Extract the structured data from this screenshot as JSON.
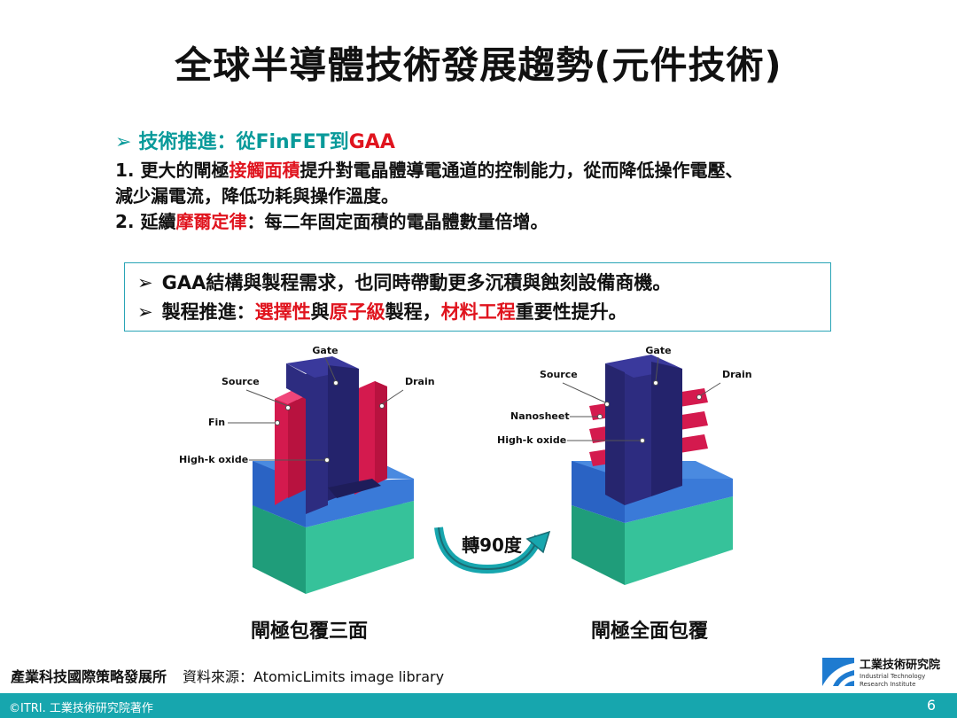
{
  "title": "全球半導體技術發展趨勢(元件技術)",
  "bullets": {
    "heading_prefix": "技術推進：從FinFET到",
    "heading_highlight": "GAA",
    "item1_a": "1. 更大的閘極",
    "item1_highlight": "接觸面積",
    "item1_b": "提升對電晶體導電通道的控制能力，從而降低操作電壓、",
    "item1_c": "減少漏電流，降低功耗與操作溫度。",
    "item2_a": "2. 延續",
    "item2_highlight": "摩爾定律",
    "item2_b": "：每二年固定面積的電晶體數量倍增。"
  },
  "box": {
    "line1": "GAA結構與製程需求，也同時帶動更多沉積與蝕刻設備商機。",
    "line2_a": "製程推進：",
    "line2_h1": "選擇性",
    "line2_b": "與",
    "line2_h2": "原子級",
    "line2_c": "製程，",
    "line2_h3": "材料工程",
    "line2_d": "重要性提升。"
  },
  "diagram": {
    "left_labels": {
      "gate": "Gate",
      "source": "Source",
      "drain": "Drain",
      "fin": "Fin",
      "oxide": "High-k oxide"
    },
    "right_labels": {
      "gate": "Gate",
      "source": "Source",
      "drain": "Drain",
      "nanosheet": "Nanosheet",
      "oxide": "High-k oxide"
    },
    "rotate_label": "轉90度",
    "left_caption": "閘極包覆三面",
    "right_caption": "閘極全面包覆"
  },
  "footer": {
    "org": "產業科技國際策略發展所",
    "source": "資料來源：AtomicLimits image library",
    "logo_cn": "工業技術研究院",
    "logo_en1": "Industrial Technology",
    "logo_en2": "Research Institute",
    "copyright": "©ITRI. 工業技術研究院著作",
    "page": "6"
  },
  "colors": {
    "teal": "#0a9a9a",
    "red": "#e0141e",
    "gate": "#2d2c80",
    "fin": "#d41a4e",
    "oxide_blue": "#2f6fd0",
    "substrate_green": "#2aa889",
    "footer_bar": "#17a6ae"
  }
}
